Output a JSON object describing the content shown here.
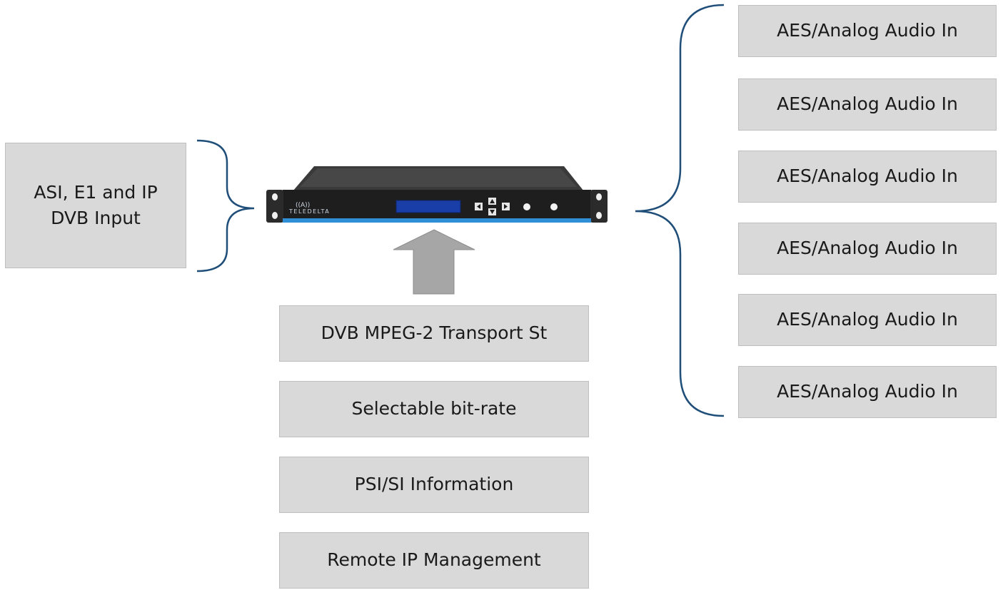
{
  "input_box": {
    "line1": "ASI, E1 and IP",
    "line2": "DVB Input"
  },
  "device": {
    "brand": "TELEDELTA",
    "front_panel_icons": [
      "left-arrow-icon",
      "up-arrow-icon",
      "down-arrow-icon",
      "right-arrow-icon",
      "led-icon",
      "led-icon"
    ]
  },
  "features": [
    "DVB MPEG-2 Transport St",
    "Selectable bit-rate",
    "PSI/SI Information",
    "Remote IP Management"
  ],
  "audio_inputs": [
    "AES/Analog Audio In",
    "AES/Analog Audio In",
    "AES/Analog Audio In",
    "AES/Analog Audio In",
    "AES/Analog Audio In",
    "AES/Analog Audio In"
  ],
  "colors": {
    "box_fill": "#d9d9d9",
    "box_border": "#bfbfbf",
    "brace": "#1f4e79",
    "arrow_fill": "#a6a6a6",
    "device_body": "#1e1e1e",
    "device_stripe": "#2e8fd6",
    "lcd": "#1a3ea8"
  }
}
